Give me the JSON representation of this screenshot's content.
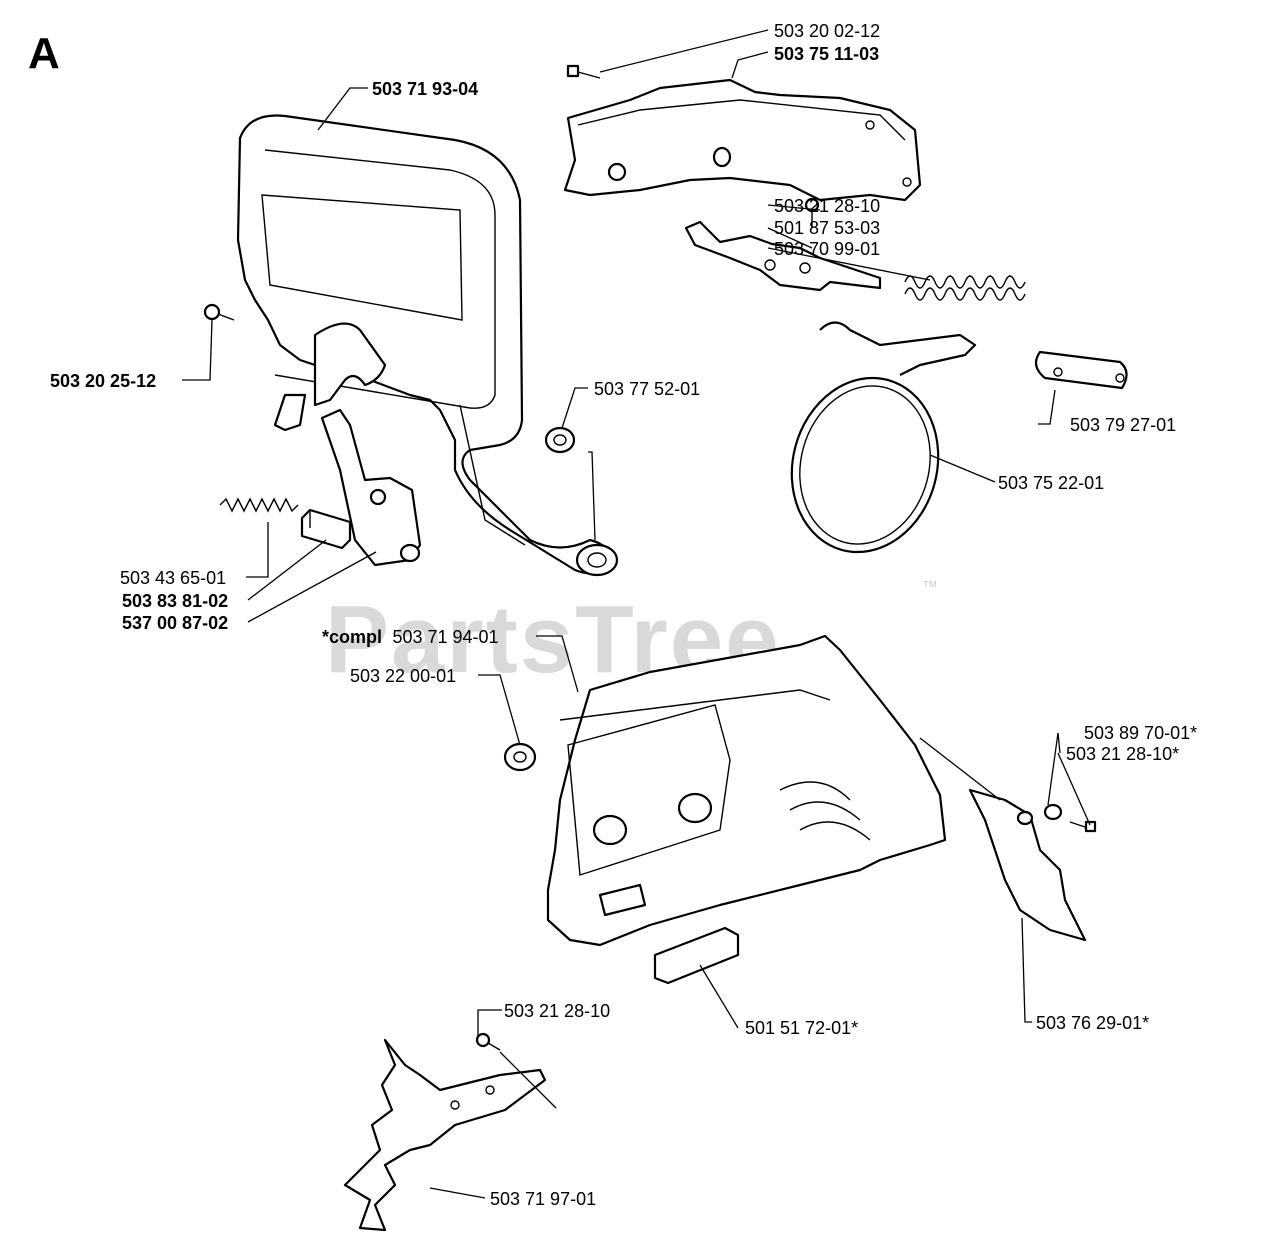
{
  "section_letter": "A",
  "watermark": "PartsTree",
  "trademark": "™",
  "labels": {
    "l_50320_0212": "503 20 02-12",
    "l_50375_1103": "503 75 11-03",
    "l_50371_9304": "503 71 93-04",
    "l_50321_2810a": "503 21 28-10",
    "l_50187_5303": "501 87 53-03",
    "l_50370_9901": "503 70 99-01",
    "l_50320_2512": "503 20 25-12",
    "l_50377_5201": "503 77 52-01",
    "l_50379_2701": "503 79 27-01",
    "l_50375_2201": "503 75 22-01",
    "l_50343_6501": "503 43 65-01",
    "l_50383_8102": "503 83 81-02",
    "l_53700_8702": "537 00 87-02",
    "l_compl_prefix": "*compl",
    "l_50371_9401": "503 71 94-01",
    "l_50322_0001": "503 22 00-01",
    "l_50389_7001": "503 89 70-01*",
    "l_50321_2810b": "503 21 28-10*",
    "l_50151_7201": "501 51 72-01*",
    "l_50376_2901": "503 76 29-01*",
    "l_50321_2810c": "503 21 28-10",
    "l_50371_9701": "503 71 97-01"
  }
}
